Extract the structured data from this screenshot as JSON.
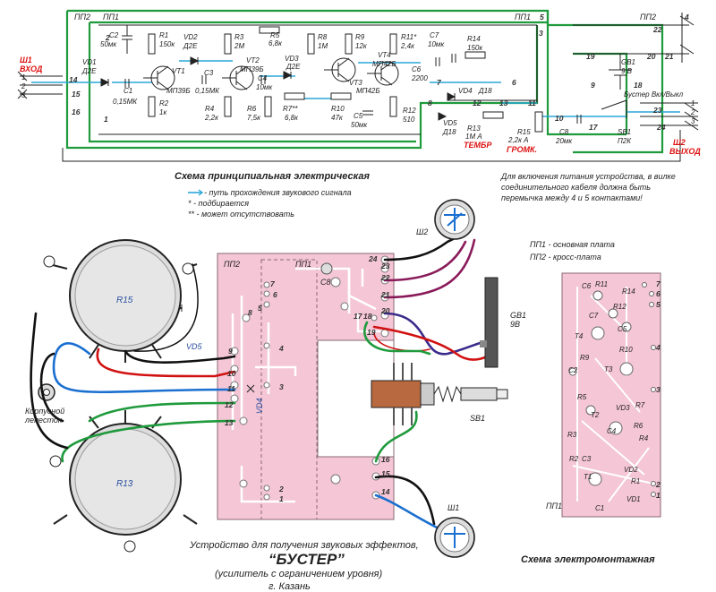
{
  "schematic": {
    "boards": {
      "pp1": "ПП1",
      "pp2": "ПП2"
    },
    "components": [
      {
        "id": "C2",
        "ref": "C2",
        "val": "50мк"
      },
      {
        "id": "R1",
        "ref": "R1",
        "val": "150к"
      },
      {
        "id": "VD2",
        "ref": "VD2",
        "val": "Д2Е"
      },
      {
        "id": "R3",
        "ref": "R3",
        "val": "2М"
      },
      {
        "id": "R5",
        "ref": "R5",
        "val": "6,8к"
      },
      {
        "id": "R8",
        "ref": "R8",
        "val": "1М"
      },
      {
        "id": "R9",
        "ref": "R9",
        "val": "12к"
      },
      {
        "id": "R11",
        "ref": "R11*",
        "val": "2,4к"
      },
      {
        "id": "C7",
        "ref": "C7",
        "val": "10мк"
      },
      {
        "id": "R14",
        "ref": "R14",
        "val": "150к"
      },
      {
        "id": "VD1",
        "ref": "VD1",
        "val": "Д2Е"
      },
      {
        "id": "VT1",
        "ref": "VT1",
        "val": "МП39Б"
      },
      {
        "id": "C3",
        "ref": "C3",
        "val": "0,15МК"
      },
      {
        "id": "VT2",
        "ref": "VT2",
        "val": "МП39Б"
      },
      {
        "id": "VD3",
        "ref": "VD3",
        "val": "Д2Е"
      },
      {
        "id": "VT4",
        "ref": "VT4",
        "val": "МП42Б"
      },
      {
        "id": "C6",
        "ref": "C6",
        "val": "2200"
      },
      {
        "id": "C1",
        "ref": "C1",
        "val": "0,15МК"
      },
      {
        "id": "R2",
        "ref": "R2",
        "val": "1к"
      },
      {
        "id": "C4",
        "ref": "C4",
        "val": "10мк"
      },
      {
        "id": "VT3",
        "ref": "VT3",
        "val": "МП42Б"
      },
      {
        "id": "R4",
        "ref": "R4",
        "val": "2,2к"
      },
      {
        "id": "R6",
        "ref": "R6",
        "val": "7,5к"
      },
      {
        "id": "R7",
        "ref": "R7**",
        "val": "6,8к"
      },
      {
        "id": "R10",
        "ref": "R10",
        "val": "47к"
      },
      {
        "id": "C5",
        "ref": "C5",
        "val": "50мк"
      },
      {
        "id": "R12",
        "ref": "R12",
        "val": "510"
      },
      {
        "id": "VD4",
        "ref": "VD4",
        "val": "Д18"
      },
      {
        "id": "VD5",
        "ref": "VD5",
        "val": "Д18"
      },
      {
        "id": "R13",
        "ref": "R13",
        "val": "1М А"
      },
      {
        "id": "R15",
        "ref": "R15",
        "val": "2,2к А"
      },
      {
        "id": "C8",
        "ref": "C8",
        "val": "20мк"
      },
      {
        "id": "GB1",
        "ref": "GB1",
        "val": "9 В"
      },
      {
        "id": "SB1",
        "ref": "SB1",
        "val": "П2К"
      }
    ],
    "input_connector": {
      "ref": "Ш1",
      "label": "ВХОД"
    },
    "output_connector": {
      "ref": "Ш2",
      "label": "ВЫХОД"
    },
    "timbre_label": "ТЕМБР",
    "volume_label": "ГРОМК.",
    "buster_switch": "Бустер Вкл/Выкл",
    "pin_labels": [
      "1",
      "2",
      "3"
    ],
    "nodes": [
      "1",
      "2",
      "3",
      "4",
      "5",
      "6",
      "7",
      "8",
      "9",
      "10",
      "11",
      "12",
      "13",
      "14",
      "15",
      "16",
      "17",
      "18",
      "19",
      "20",
      "21",
      "22",
      "23",
      "24"
    ],
    "title": "Схема принципиальная электрическая"
  },
  "legend": {
    "signal_path": "- путь прохождения звукового сигнала",
    "selected": "* - подбирается",
    "optional": "** - может отсутствовать"
  },
  "power_note": "Для включения питания устройства, в вилке соединительного кабеля должна быть перемычка между 4 и 5 контактами!",
  "board_legend": {
    "pp1": "ПП1 - основная плата",
    "pp2": "ПП2 - кросс-плата"
  },
  "assembly": {
    "labels": {
      "pp2": "ПП2",
      "pp1": "ПП1",
      "c8": "C8",
      "r15": "R15",
      "r13": "R13",
      "vd5": "VD5",
      "vd4": "VD4",
      "lug": "Корпусной лепесток",
      "gb1": "GB1",
      "gb1_v": "9В",
      "sb1": "SB1",
      "sh1": "Ш1",
      "sh2": "Ш2"
    },
    "device_title": "Устройство для получения звуковых эффектов,",
    "device_name": "“БУСТЕР”",
    "device_sub": "(усилитель с ограничением уровня)",
    "city": "г. Казань",
    "mount_title": "Схема электромонтажная",
    "pp1_label": "ПП1"
  },
  "mini_board": {
    "parts": [
      "R11",
      "C6",
      "R14",
      "C7",
      "R12",
      "T4",
      "C5",
      "R10",
      "R9",
      "C2",
      "T3",
      "R5",
      "T2",
      "R3",
      "R4",
      "VD3",
      "R7",
      "R6",
      "C4",
      "C3",
      "T1",
      "VD2",
      "R1",
      "R2",
      "VD1",
      "C1"
    ],
    "pins": [
      "1",
      "2",
      "3",
      "4",
      "5",
      "6",
      "7"
    ]
  },
  "colors": {
    "board": "#f4c6d6",
    "trace": "#1f9a3c",
    "signal": "#2aa7d8",
    "accent": "#d11111",
    "wire_blue": "#1a6fd0",
    "wire_purple": "#3a2a8a"
  }
}
